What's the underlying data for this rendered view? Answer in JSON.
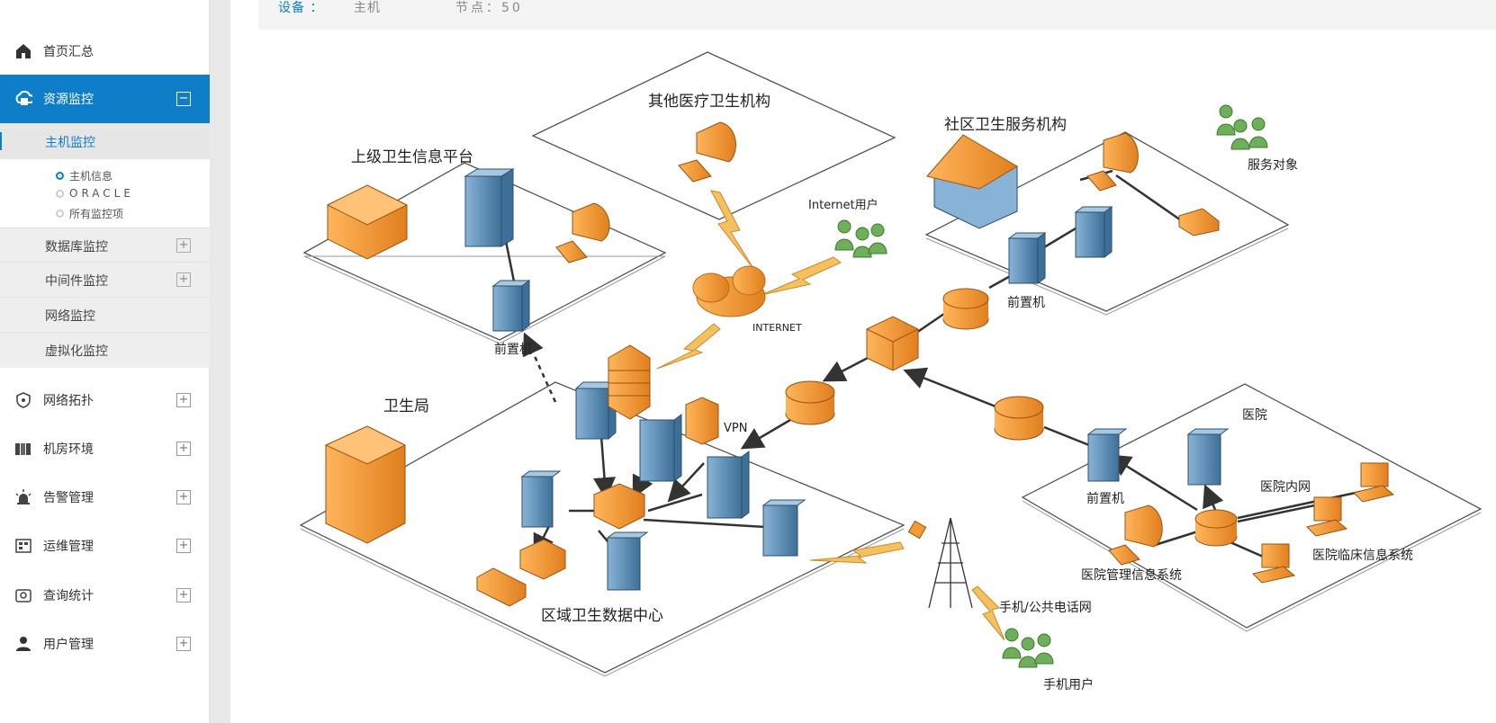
{
  "nav": {
    "home": "首页汇总",
    "resource": "资源监控",
    "host_monitor": "主机监控",
    "host_subs": [
      "主机信息",
      "ORACLE",
      "所有监控项"
    ],
    "db_monitor": "数据库监控",
    "middleware_monitor": "中间件监控",
    "network_monitor": "网络监控",
    "virtual_monitor": "虚拟化监控",
    "topology": "网络拓扑",
    "room_env": "机房环境",
    "alarm": "告警管理",
    "ops": "运维管理",
    "query": "查询统计",
    "users": "用户管理"
  },
  "infobar": {
    "device_label": "设备 ：",
    "device_value": "主机",
    "node_label": "节点：50"
  },
  "diagram": {
    "upper_platform": "上级卫生信息平台",
    "other_medical": "其他医疗卫生机构",
    "community": "社区卫生服务机构",
    "service_obj": "服务对象",
    "internet_user": "Internet用户",
    "internet": "INTERNET",
    "front_1": "前置机",
    "front_2": "前置机",
    "front_3": "前置机",
    "health_bureau": "卫生局",
    "vpn": "VPN",
    "hospital": "医院",
    "intranet": "医院内网",
    "clinical": "医院临床信息系统",
    "his": "医院管理信息系统",
    "datacenter": "区域卫生数据中心",
    "phone_net": "手机/公共电话网",
    "mobile_user": "手机用户"
  },
  "colors": {
    "accent": "#0e7ec9",
    "orange": "#f39a34",
    "server": "#5b8fb5"
  }
}
